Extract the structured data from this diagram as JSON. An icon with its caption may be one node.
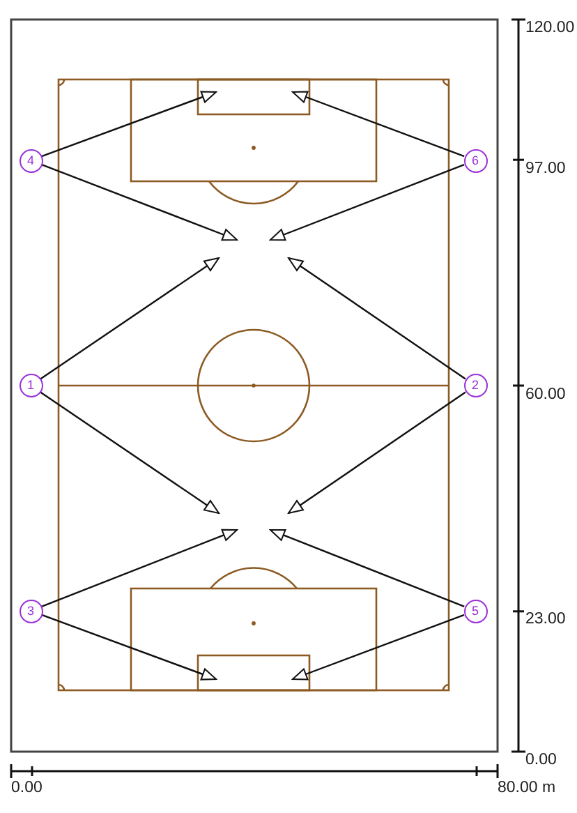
{
  "diagram": {
    "nodes": [
      {
        "text": [
          "4"
        ]
      },
      {
        "text": [
          "6"
        ]
      },
      {
        "text": [
          "1"
        ]
      },
      {
        "text": [
          "2"
        ]
      },
      {
        "text": [
          "3"
        ]
      },
      {
        "text": [
          "5"
        ]
      }
    ],
    "edges": [
      {
        "from": 0,
        "to": null,
        "arrow": "to"
      },
      {
        "from": 0,
        "to": null,
        "arrow": "to"
      },
      {
        "from": 1,
        "to": null,
        "arrow": "to"
      },
      {
        "from": 1,
        "to": null,
        "arrow": "to"
      },
      {
        "from": 2,
        "to": null,
        "arrow": "to"
      },
      {
        "from": 2,
        "to": null,
        "arrow": "to"
      },
      {
        "from": 3,
        "to": null,
        "arrow": "to"
      },
      {
        "from": 3,
        "to": null,
        "arrow": "to"
      },
      {
        "from": 4,
        "to": null,
        "arrow": "to"
      },
      {
        "from": 4,
        "to": null,
        "arrow": "to"
      },
      {
        "from": 5,
        "to": null,
        "arrow": "to"
      },
      {
        "from": 5,
        "to": null,
        "arrow": "to"
      }
    ],
    "labels": [
      "120.00",
      "97.00",
      "60.00",
      "23.00",
      "0.00",
      "0.00",
      "80.00 m"
    ]
  }
}
